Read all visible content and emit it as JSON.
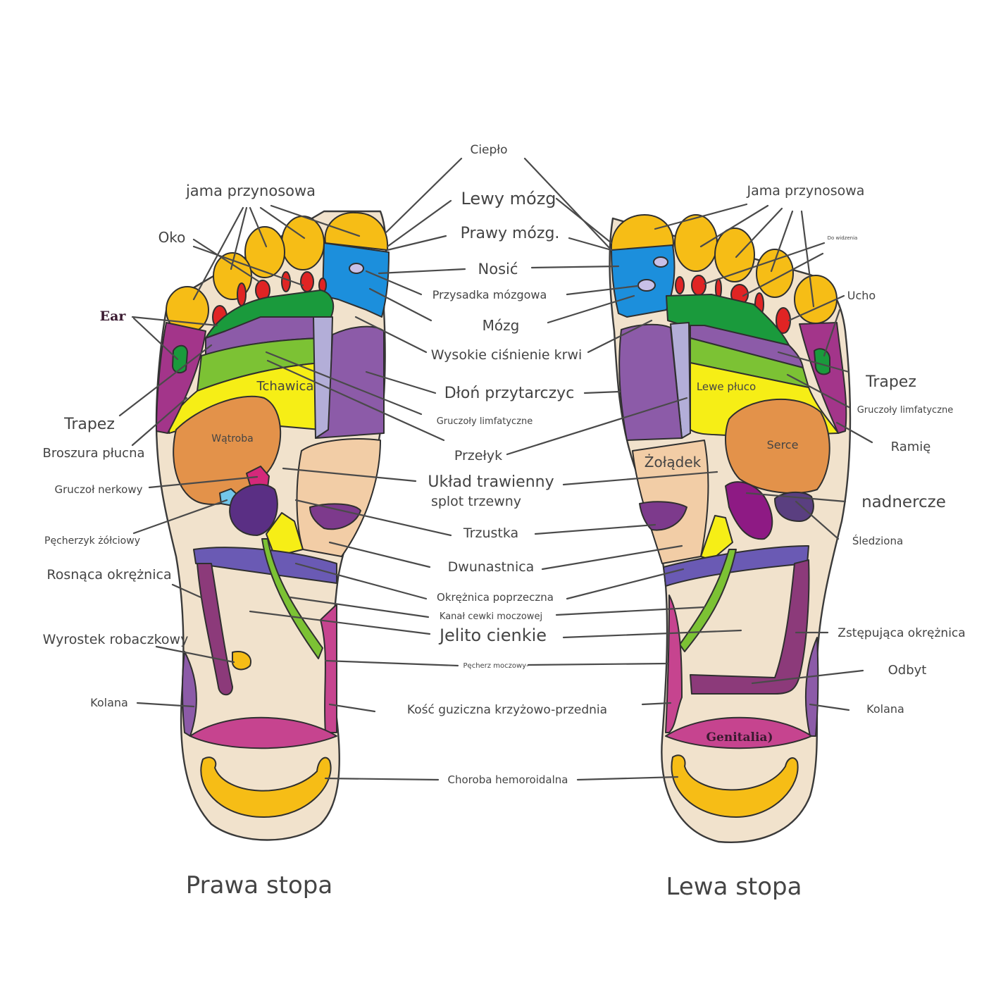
{
  "title": "Reflexology foot map",
  "feet": {
    "right": {
      "caption": "Prawa stopa"
    },
    "left": {
      "caption": "Lewa stopa"
    }
  },
  "colors": {
    "skin": "#f1e2cc",
    "toe": "#f6bd16",
    "eye_red": "#e02424",
    "brain_blue": "#1c8fdc",
    "pituitary": "#c8c0e8",
    "green_dark": "#1a9a3c",
    "purple": "#8c5ba8",
    "lime": "#7cc234",
    "yellow": "#f6ee16",
    "liver_orange": "#e3924a",
    "magenta": "#a3358a",
    "blue_purple": "#6a5ab4",
    "lavender": "#b3aed8",
    "peach": "#f2cda6",
    "pink": "#c6448f",
    "deep_purple": "#5a2f84",
    "line": "#4a4a4a"
  },
  "labels": {
    "center": {
      "cieplo": "Ciepło",
      "lewy_mozg": "Lewy mózg",
      "prawy_mozg": "Prawy mózg.",
      "nosic": "Nosić",
      "przysadka": "Przysadka mózgowa",
      "mozg": "Mózg",
      "cisnienie": "Wysokie ciśnienie krwi",
      "dlon": "Dłoń przytarczyc",
      "gruczoly": "Gruczoły limfatyczne",
      "przelyk": "Przełyk",
      "uklad": "Układ trawienny",
      "splot": "splot trzewny",
      "trzustka": "Trzustka",
      "dwunastnica": "Dwunastnica",
      "okreznica_poprz": "Okrężnica poprzeczna",
      "kanal": "Kanał cewki moczowej",
      "jelito": "Jelito cienkie",
      "pecherz": "Pęcherz moczowy-",
      "kosc": "Kość guziczna krzyżowo-przednia",
      "hemoroid": "Choroba hemoroidalna"
    },
    "right_side": {
      "jama": "jama przynosowa",
      "oko": "Oko",
      "ear": "Ear",
      "trapez": "Trapez",
      "broszura": "Broszura płucna",
      "gruczol_nerkowy": "Gruczoł nerkowy",
      "pecherzyk": "Pęcherzyk żółciowy",
      "rosnaca": "Rosnąca okrężnica",
      "wyrostek": "Wyrostek robaczkowy",
      "kolana": "Kolana"
    },
    "left_side": {
      "jama": "Jama przynosowa",
      "do_widzenia": "Do widzenia",
      "ucho": "Ucho",
      "trapez": "Trapez",
      "gruczoly": "Gruczoły limfatyczne",
      "ramie": "Ramię",
      "nadnercze": "nadnercze",
      "sledziona": "Śledziona",
      "zstepujaca": "Zstępująca okrężnica",
      "odbyt": "Odbyt",
      "kolana": "Kolana"
    },
    "on_foot": {
      "tchawica": "Tchawica",
      "watroba": "Wątroba",
      "lewe_pluco": "Lewe płuco",
      "serce": "Serce",
      "zoladek": "Żołądek",
      "genitalia": "Genitalia)"
    }
  }
}
